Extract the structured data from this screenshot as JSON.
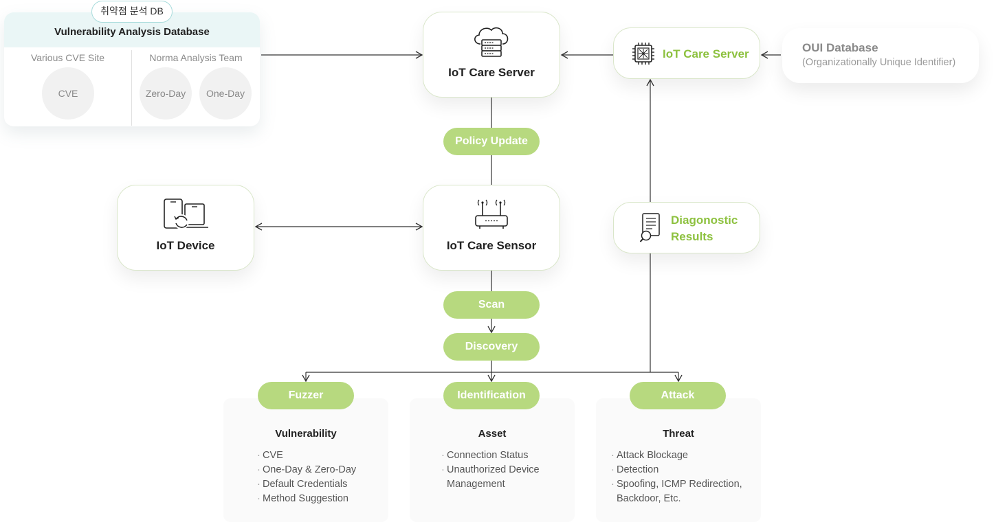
{
  "vuln_db": {
    "badge": "취약점 분석 DB",
    "title": "Vulnerability Analysis Database",
    "col_left": "Various CVE Site",
    "col_right": "Norma Analysis Team",
    "circles": [
      "CVE",
      "Zero-Day",
      "One-Day"
    ]
  },
  "iot_care_server_main": "IoT Care Server",
  "iot_care_server_right": "IoT Care Server",
  "oui": {
    "title": "OUI Database",
    "subtitle": "(Organizationally Unique Identifier)"
  },
  "policy_update": "Policy Update",
  "iot_device": "IoT Device",
  "iot_care_sensor": "IoT Care Sensor",
  "diagnostic": {
    "line1": "Diagonostic",
    "line2": "Results"
  },
  "scan": "Scan",
  "discovery": "Discovery",
  "branches": [
    {
      "pill": "Fuzzer",
      "title": "Vulnerability",
      "items": [
        "CVE",
        "One-Day & Zero-Day",
        "Default Credentials",
        "Method Suggestion"
      ]
    },
    {
      "pill": "Identification",
      "title": "Asset",
      "items": [
        "Connection Status",
        "Unauthorized Device",
        "Management"
      ]
    },
    {
      "pill": "Attack",
      "title": "Threat",
      "items": [
        "Attack Blockage",
        "Detection",
        "Spoofing, ICMP Redirection,",
        "Backdoor, Etc."
      ]
    }
  ],
  "colors": {
    "accent_green": "#8dc13f",
    "pill_green": "#b7d97f",
    "db_header": "#eaf6f6"
  },
  "icons": {
    "server_main": "cloud-server-icon",
    "server_right": "chip-icon",
    "device": "devices-sync-icon",
    "sensor": "router-icon",
    "diagnostic": "document-search-icon"
  }
}
